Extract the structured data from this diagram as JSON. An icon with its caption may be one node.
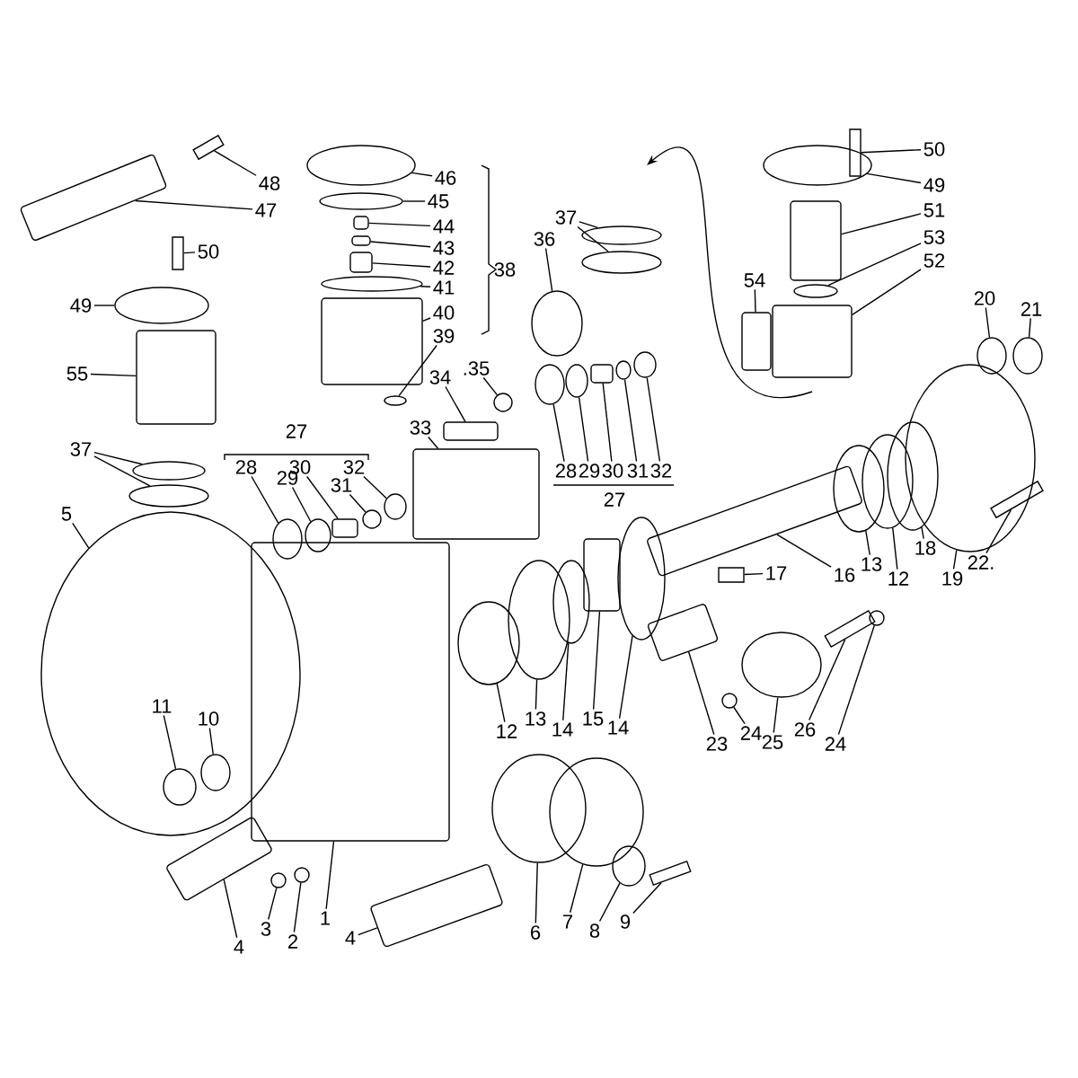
{
  "diagram": {
    "nodes": [
      {
        "text": [
          "48"
        ]
      },
      {
        "text": [
          "46"
        ]
      },
      {
        "text": [
          "47"
        ]
      },
      {
        "text": [
          "45"
        ]
      },
      {
        "text": [
          "44"
        ]
      },
      {
        "text": [
          "50"
        ]
      },
      {
        "text": [
          "43"
        ]
      },
      {
        "text": [
          "42"
        ]
      },
      {
        "text": [
          "38"
        ]
      },
      {
        "text": [
          "41"
        ]
      },
      {
        "text": [
          "49"
        ]
      },
      {
        "text": [
          "40"
        ]
      },
      {
        "text": [
          "39"
        ]
      },
      {
        "text": [
          "55"
        ]
      },
      {
        "text": [
          "34"
        ]
      },
      {
        "text": [
          ".35"
        ]
      },
      {
        "text": [
          "33"
        ]
      },
      {
        "text": [
          "27"
        ]
      },
      {
        "text": [
          "37"
        ]
      },
      {
        "text": [
          "28"
        ]
      },
      {
        "text": [
          "29"
        ]
      },
      {
        "text": [
          "30"
        ]
      },
      {
        "text": [
          "31"
        ]
      },
      {
        "text": [
          "32"
        ]
      },
      {
        "text": [
          "5"
        ]
      },
      {
        "text": [
          "50"
        ]
      },
      {
        "text": [
          "49"
        ]
      },
      {
        "text": [
          "51"
        ]
      },
      {
        "text": [
          "37"
        ]
      },
      {
        "text": [
          "53"
        ]
      },
      {
        "text": [
          "36"
        ]
      },
      {
        "text": [
          "52"
        ]
      },
      {
        "text": [
          "54"
        ]
      },
      {
        "text": [
          "20"
        ]
      },
      {
        "text": [
          "21"
        ]
      },
      {
        "text": [
          "28"
        ]
      },
      {
        "text": [
          "29"
        ]
      },
      {
        "text": [
          "30"
        ]
      },
      {
        "text": [
          "31"
        ]
      },
      {
        "text": [
          "32"
        ]
      },
      {
        "text": [
          "27"
        ]
      },
      {
        "text": [
          "16"
        ]
      },
      {
        "text": [
          "13"
        ]
      },
      {
        "text": [
          "12"
        ]
      },
      {
        "text": [
          "18"
        ]
      },
      {
        "text": [
          "19"
        ]
      },
      {
        "text": [
          "22."
        ]
      },
      {
        "text": [
          "17"
        ]
      },
      {
        "text": [
          "11"
        ],
        "in": 92
      },
      {
        "text": [
          "10"
        ],
        "in": 92
      },
      {
        "text": [
          "12"
        ]
      },
      {
        "text": [
          "13"
        ]
      },
      {
        "text": [
          "14"
        ]
      },
      {
        "text": [
          "15"
        ]
      },
      {
        "text": [
          "14"
        ]
      },
      {
        "text": [
          "23"
        ]
      },
      {
        "text": [
          "24"
        ]
      },
      {
        "text": [
          "25"
        ]
      },
      {
        "text": [
          "26"
        ]
      },
      {
        "text": [
          "24"
        ]
      },
      {
        "text": [
          "1"
        ]
      },
      {
        "text": [
          "3"
        ]
      },
      {
        "text": [
          "6"
        ]
      },
      {
        "text": [
          "7"
        ]
      },
      {
        "text": [
          "9"
        ]
      },
      {
        "text": [
          "8"
        ]
      },
      {
        "text": [
          "4"
        ]
      },
      {
        "text": [
          "2"
        ]
      },
      {
        "text": [
          "4"
        ]
      },
      {
        "text": [],
        "shape": "bar"
      },
      {
        "text": [],
        "shape": "ellipse"
      },
      {
        "text": [],
        "shape": "box"
      },
      {
        "text": [],
        "shape": "ellipse"
      },
      {
        "text": [],
        "shape": "box"
      },
      {
        "text": [],
        "shape": "bar"
      },
      {
        "text": [],
        "shape": "box"
      },
      {
        "text": [],
        "shape": "box"
      },
      {
        "text": [],
        "shape": "ellipse"
      },
      {
        "text": [],
        "shape": "ellipse"
      },
      {
        "text": [],
        "shape": "box"
      },
      {
        "text": [],
        "shape": "ellipse"
      },
      {
        "text": [],
        "shape": "box"
      },
      {
        "text": [],
        "shape": "box"
      },
      {
        "text": [],
        "shape": "circle"
      },
      {
        "text": [],
        "shape": "box"
      },
      {
        "text": [],
        "shape": "ellipse"
      },
      {
        "text": [],
        "shape": "ellipse"
      },
      {
        "text": [],
        "shape": "ellipse"
      },
      {
        "text": [],
        "shape": "ellipse"
      },
      {
        "text": [],
        "shape": "box"
      },
      {
        "text": [],
        "shape": "ellipse"
      },
      {
        "text": [],
        "shape": "ellipse"
      },
      {
        "text": [],
        "shape": "ellipse"
      },
      {
        "text": [],
        "shape": "bar"
      },
      {
        "text": [],
        "shape": "ellipse"
      },
      {
        "text": [],
        "shape": "box"
      },
      {
        "text": [],
        "shape": "ellipse"
      },
      {
        "text": [],
        "shape": "ellipse"
      },
      {
        "text": [],
        "shape": "ellipse"
      },
      {
        "text": [],
        "shape": "ellipse"
      },
      {
        "text": [],
        "shape": "box"
      },
      {
        "text": [],
        "shape": "box"
      },
      {
        "text": [],
        "shape": "ellipse"
      },
      {
        "text": [],
        "shape": "ellipse"
      },
      {
        "text": [],
        "shape": "ellipse"
      },
      {
        "text": [],
        "shape": "ellipse"
      },
      {
        "text": [],
        "shape": "box"
      },
      {
        "text": [],
        "shape": "ellipse"
      },
      {
        "text": [],
        "shape": "ellipse"
      },
      {
        "text": [],
        "shape": "box"
      },
      {
        "text": [],
        "shape": "ellipse"
      },
      {
        "text": [],
        "shape": "ellipse"
      },
      {
        "text": [],
        "shape": "ellipse"
      },
      {
        "text": [],
        "shape": "ellipse"
      },
      {
        "text": [],
        "shape": "bar"
      },
      {
        "text": [],
        "shape": "bar"
      },
      {
        "text": [],
        "shape": "ellipse",
        "in": 92
      },
      {
        "text": [],
        "shape": "ellipse",
        "in": 92
      },
      {
        "text": [],
        "shape": "ellipse"
      },
      {
        "text": [],
        "shape": "ellipse"
      },
      {
        "text": [],
        "shape": "ellipse"
      },
      {
        "text": [],
        "shape": "box"
      },
      {
        "text": [],
        "shape": "ellipse"
      },
      {
        "text": [],
        "shape": "box"
      },
      {
        "text": [],
        "shape": "circle"
      },
      {
        "text": [],
        "shape": "ellipse"
      },
      {
        "text": [],
        "shape": "bar"
      },
      {
        "text": [],
        "shape": "circle"
      },
      {
        "text": [],
        "shape": "box"
      },
      {
        "text": [],
        "shape": "circle"
      },
      {
        "text": [],
        "shape": "ellipse"
      },
      {
        "text": [],
        "shape": "ellipse"
      },
      {
        "text": [],
        "shape": "bar"
      },
      {
        "text": [],
        "shape": "ellipse"
      },
      {
        "text": [],
        "shape": "box"
      },
      {
        "text": [],
        "shape": "circle"
      },
      {
        "text": [],
        "shape": "box"
      }
    ],
    "edges": [
      {
        "from": 0,
        "to": 69,
        "arrow": "none"
      },
      {
        "from": 1,
        "to": 70,
        "arrow": "none"
      },
      {
        "from": 2,
        "to": 71,
        "arrow": "none"
      },
      {
        "from": 3,
        "to": 72,
        "arrow": "none"
      },
      {
        "from": 4,
        "to": 73,
        "arrow": "none"
      },
      {
        "from": 5,
        "to": 74,
        "arrow": "none"
      },
      {
        "from": 6,
        "to": 75,
        "arrow": "none"
      },
      {
        "from": 7,
        "to": 76,
        "arrow": "none"
      },
      {
        "from": 9,
        "to": 77,
        "arrow": "none"
      },
      {
        "from": 10,
        "to": 78,
        "arrow": "none"
      },
      {
        "from": 11,
        "to": 79,
        "arrow": "none"
      },
      {
        "from": 12,
        "to": 80,
        "arrow": "none"
      },
      {
        "from": 13,
        "to": 81,
        "arrow": "none"
      },
      {
        "from": 14,
        "to": 82,
        "arrow": "none"
      },
      {
        "from": 15,
        "to": 83,
        "arrow": "none"
      },
      {
        "from": 16,
        "to": 84,
        "arrow": "none"
      },
      {
        "from": 18,
        "to": 85,
        "arrow": "none"
      },
      {
        "from": 18,
        "to": 86,
        "arrow": "none"
      },
      {
        "from": 19,
        "to": 87,
        "arrow": "none"
      },
      {
        "from": 20,
        "to": 88,
        "arrow": "none"
      },
      {
        "from": 21,
        "to": 89,
        "arrow": "none"
      },
      {
        "from": 22,
        "to": 90,
        "arrow": "none"
      },
      {
        "from": 23,
        "to": 91,
        "arrow": "none"
      },
      {
        "from": 24,
        "to": 92,
        "arrow": "none"
      },
      {
        "from": 25,
        "to": 93,
        "arrow": "none"
      },
      {
        "from": 26,
        "to": 94,
        "arrow": "none"
      },
      {
        "from": 27,
        "to": 95,
        "arrow": "none"
      },
      {
        "from": 28,
        "to": 96,
        "arrow": "none"
      },
      {
        "from": 28,
        "to": 97,
        "arrow": "none"
      },
      {
        "from": 29,
        "to": 98,
        "arrow": "none"
      },
      {
        "from": 30,
        "to": 99,
        "arrow": "none"
      },
      {
        "from": 31,
        "to": 100,
        "arrow": "none"
      },
      {
        "from": 32,
        "to": 101,
        "arrow": "none"
      },
      {
        "from": 33,
        "to": 102,
        "arrow": "none"
      },
      {
        "from": 34,
        "to": 103,
        "arrow": "none"
      },
      {
        "from": 35,
        "to": 104,
        "arrow": "none"
      },
      {
        "from": 36,
        "to": 105,
        "arrow": "none"
      },
      {
        "from": 37,
        "to": 106,
        "arrow": "none"
      },
      {
        "from": 38,
        "to": 107,
        "arrow": "none"
      },
      {
        "from": 39,
        "to": 108,
        "arrow": "none"
      },
      {
        "from": 41,
        "to": 109,
        "arrow": "none"
      },
      {
        "from": 42,
        "to": 110,
        "arrow": "none"
      },
      {
        "from": 43,
        "to": 111,
        "arrow": "none"
      },
      {
        "from": 44,
        "to": 112,
        "arrow": "none"
      },
      {
        "from": 45,
        "to": 113,
        "arrow": "none"
      },
      {
        "from": 46,
        "to": 114,
        "arrow": "none"
      },
      {
        "from": 47,
        "to": 115,
        "arrow": "none"
      },
      {
        "from": 48,
        "to": 116,
        "arrow": "none"
      },
      {
        "from": 49,
        "to": 117,
        "arrow": "none"
      },
      {
        "from": 50,
        "to": 118,
        "arrow": "none"
      },
      {
        "from": 51,
        "to": 119,
        "arrow": "none"
      },
      {
        "from": 52,
        "to": 120,
        "arrow": "none"
      },
      {
        "from": 53,
        "to": 121,
        "arrow": "none"
      },
      {
        "from": 54,
        "to": 122,
        "arrow": "none"
      },
      {
        "from": 55,
        "to": 123,
        "arrow": "none"
      },
      {
        "from": 56,
        "to": 124,
        "arrow": "none"
      },
      {
        "from": 57,
        "to": 125,
        "arrow": "none"
      },
      {
        "from": 58,
        "to": 126,
        "arrow": "none"
      },
      {
        "from": 59,
        "to": 127,
        "arrow": "none"
      },
      {
        "from": 60,
        "to": 128,
        "arrow": "none"
      },
      {
        "from": 61,
        "to": 129,
        "arrow": "none"
      },
      {
        "from": 62,
        "to": 130,
        "arrow": "none"
      },
      {
        "from": 63,
        "to": 131,
        "arrow": "none"
      },
      {
        "from": 64,
        "to": 132,
        "arrow": "none"
      },
      {
        "from": 65,
        "to": 133,
        "arrow": "none"
      },
      {
        "from": 66,
        "to": 134,
        "arrow": "none"
      },
      {
        "from": 67,
        "to": 135,
        "arrow": "none"
      },
      {
        "from": 68,
        "to": 136,
        "arrow": "none"
      }
    ]
  }
}
